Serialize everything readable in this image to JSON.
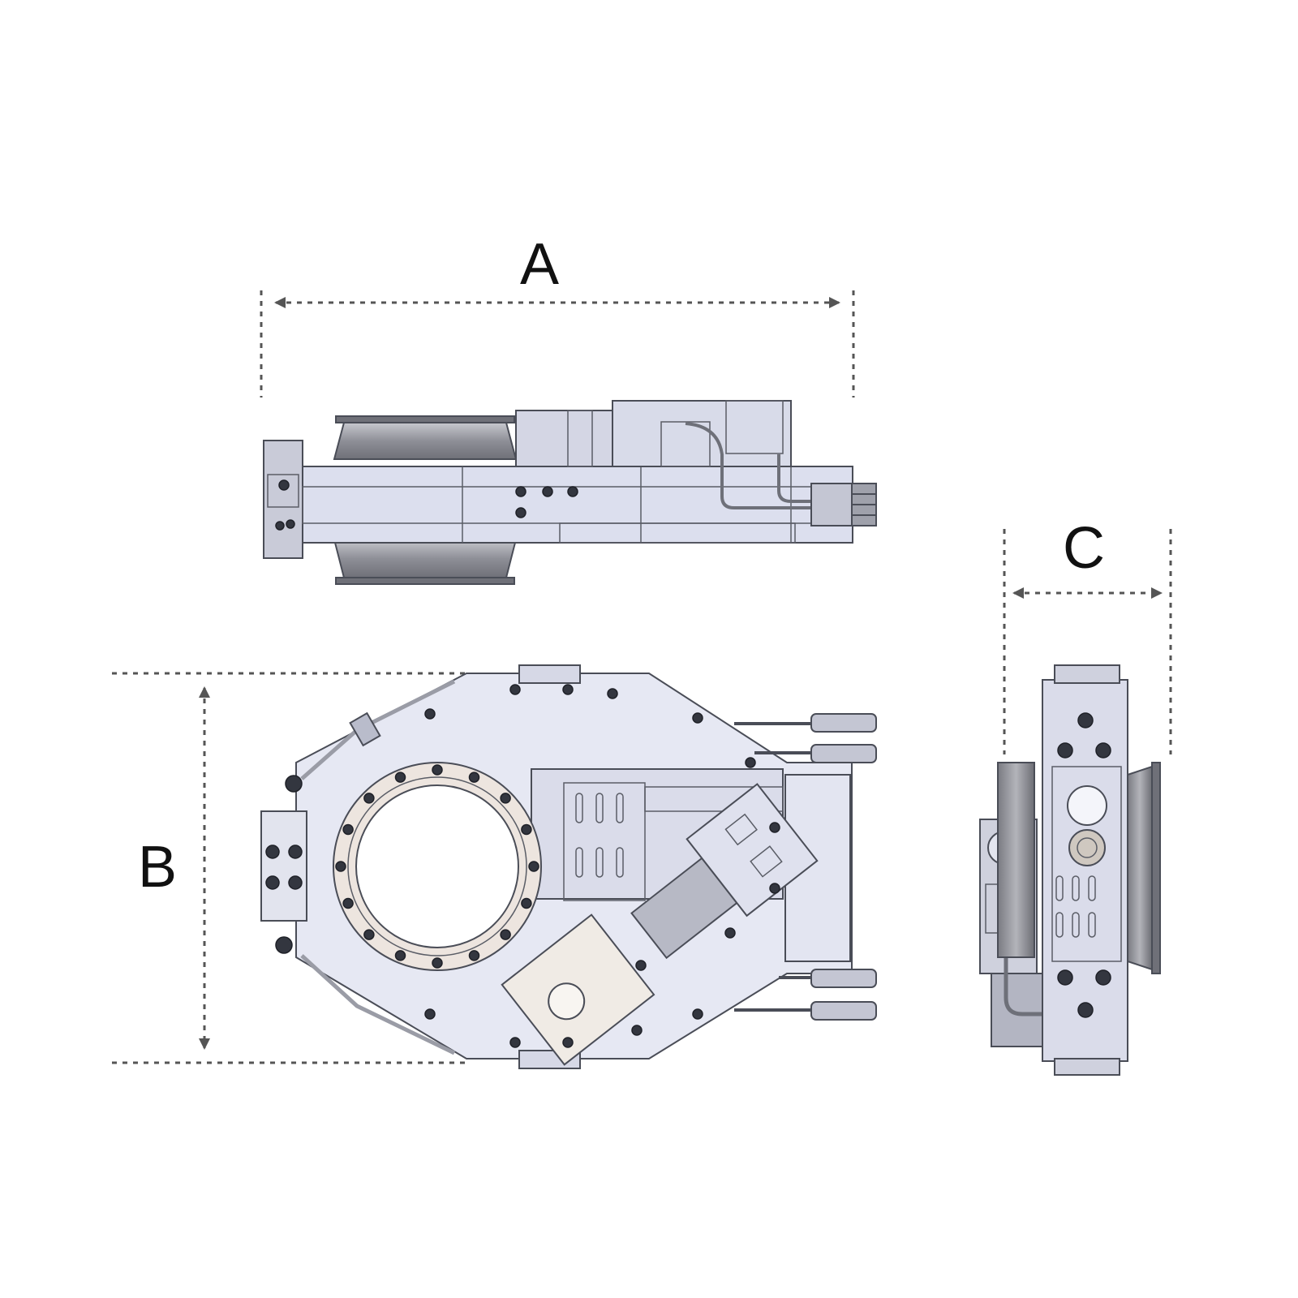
{
  "dimensions": {
    "width_label": "A",
    "height_label": "B",
    "depth_label": "C"
  },
  "colors": {
    "body": "#dcdfee",
    "body_dark": "#b9bccb",
    "flange": "#9d9ea6",
    "ring": "#ede5df",
    "plate": "#f0ebe5",
    "dimension_line": "#555555"
  }
}
